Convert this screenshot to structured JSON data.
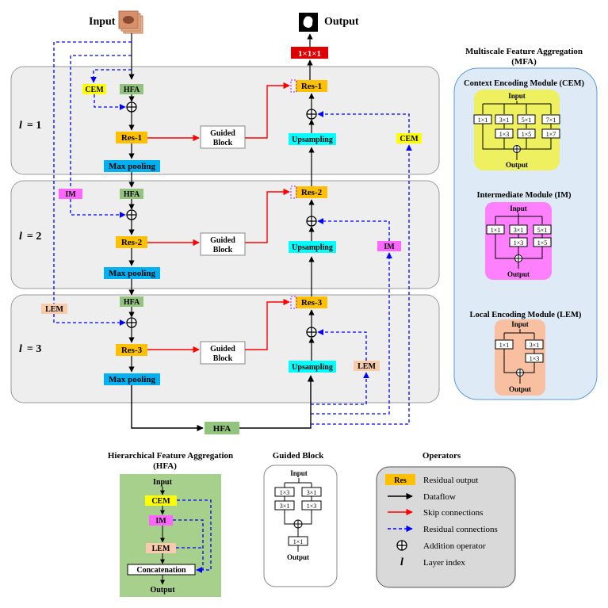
{
  "top": {
    "input": "Input",
    "output": "Output",
    "final_conv": "1×1×1"
  },
  "levels": [
    {
      "label_l": "l",
      "label_eq": "= 1"
    },
    {
      "label_l": "l",
      "label_eq": "= 2"
    },
    {
      "label_l": "l",
      "label_eq": "= 3"
    }
  ],
  "encoder": {
    "hfa": "HFA",
    "res": [
      "Res-1",
      "Res-2",
      "Res-3"
    ],
    "maxpool": "Max pooling",
    "guided_l1": "Guided",
    "guided_l2": "Block"
  },
  "decoder": {
    "res": [
      "Res-1",
      "Res-2",
      "Res-3"
    ],
    "upsampling": "Upsampling"
  },
  "modules": {
    "cem": "CEM",
    "im": "IM",
    "lem": "LEM"
  },
  "bottleneck": "HFA",
  "mfa": {
    "title_1": "Multiscale Feature Aggregation",
    "title_2": "(MFA)",
    "cem_title": "Context Encoding Module (CEM)",
    "im_title": "Intermediate Module (IM)",
    "lem_title": "Local Encoding Module (LEM)",
    "input": "Input",
    "output": "Output",
    "cem_top": [
      "1×1",
      "3×1",
      "5×1",
      "7×1"
    ],
    "cem_bottom": [
      "1×3",
      "1×5",
      "1×7"
    ],
    "im_top": [
      "1×1",
      "3×1",
      "5×1"
    ],
    "im_bottom": [
      "1×3",
      "1×5"
    ],
    "lem_top": [
      "1×1",
      "3×1"
    ],
    "lem_bottom": [
      "1×3"
    ]
  },
  "hfa_panel": {
    "title_1": "Hierarchical Feature Aggregation",
    "title_2": "(HFA)",
    "input": "Input",
    "cem": "CEM",
    "im": "IM",
    "lem": "LEM",
    "concat": "Concatenation",
    "output": "Output"
  },
  "guided_panel": {
    "title": "Guided Block",
    "input": "Input",
    "output": "Output",
    "left": [
      "1×3",
      "3×1"
    ],
    "right": [
      "3×1",
      "1×3"
    ],
    "final": "1×1"
  },
  "operators": {
    "title": "Operators",
    "items": [
      {
        "symbol": "Res",
        "label": "Residual output"
      },
      {
        "symbol": "",
        "label": "Dataflow"
      },
      {
        "symbol": "",
        "label": "Skip connections"
      },
      {
        "symbol": "",
        "label": "Residual connections"
      },
      {
        "symbol": "",
        "label": "Addition operator"
      },
      {
        "symbol": "l",
        "label": "Layer index"
      }
    ]
  },
  "colors": {
    "hfa": "#93c47d",
    "res": "#ffc000",
    "maxpool": "#00b0f0",
    "upsampling": "#00ffff",
    "cem": "#ffff00",
    "im": "#ff66ff",
    "lem": "#f8cbad",
    "final_conv": "#e00000",
    "level_bg": "#eeeeee",
    "mfa_bg": "#deebf7",
    "dataflow": "#000000",
    "skip": "#ff0000",
    "residual": "#0000ff"
  }
}
